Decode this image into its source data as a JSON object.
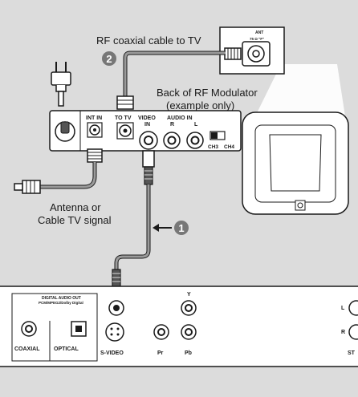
{
  "labels": {
    "rf_cable": "RF coaxial cable to TV",
    "step_two": "2",
    "step_one": "1",
    "modulator_line1": "Back of RF Modulator",
    "modulator_line2": "(example only)",
    "antenna_line1": "Antenna or",
    "antenna_line2": "Cable TV signal"
  },
  "modulator_ports": {
    "int_in": "INT IN",
    "to_tv": "TO TV",
    "video": "VIDEO",
    "video_in": "IN",
    "audio_in": "AUDIO  IN",
    "audio_r": "R",
    "audio_l": "L",
    "ch3": "CH3",
    "ch4": "CH4"
  },
  "tv_antenna": {
    "ant": "ANT",
    "ohm": "75 Ω \"F\""
  },
  "player_ports": {
    "digital_audio_out": "DIGITAL AUDIO OUT",
    "digital_formats": "PCM/MPEG2/Dolby Digital",
    "coaxial": "COAXIAL",
    "optical": "OPTICAL",
    "s_video": "S-VIDEO",
    "y": "Y",
    "pr": "Pr",
    "pb": "Pb",
    "l": "L",
    "r": "R",
    "st": "ST"
  },
  "colors": {
    "background": "#dcdcdc",
    "panel": "#ffffff",
    "step_badge": "#777777",
    "outline": "#1a1a1a"
  }
}
